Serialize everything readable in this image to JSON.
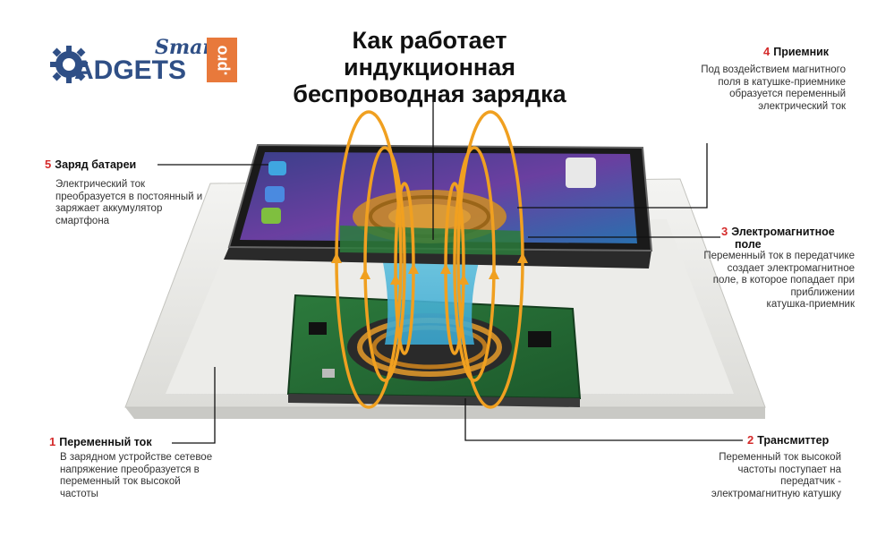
{
  "title": {
    "line1": "Как работает",
    "line2": "индукционная",
    "line3": "беспроводная зарядка"
  },
  "logo": {
    "smart": "Smart",
    "gadgets": "ADGETS",
    "pro": ".pro",
    "gear_icon": "gear-icon"
  },
  "callouts": [
    {
      "num": "4",
      "title": "Приемник",
      "lines": [
        "Под воздействием магнитного",
        "поля в катушке-приемнике",
        "образуется переменный",
        "электрический ток"
      ]
    },
    {
      "num": "5",
      "title": "Заряд батареи",
      "lines": [
        "Электрический ток",
        "преобразуется в постоянный и",
        "заряжает аккумулятор",
        "смартфона"
      ]
    },
    {
      "num": "3",
      "title": "Электромагнитное",
      "title2": "поле",
      "lines": [
        "Переменный ток в передатчике",
        "создает электромагнитное",
        "поле, в которое попадает при",
        "приближении",
        "катушка-приемник"
      ]
    },
    {
      "num": "1",
      "title": "Переменный ток",
      "lines": [
        "В зарядном устройстве сетевое",
        "напряжение преобразуется в",
        "переменный ток высокой",
        "частоты"
      ]
    },
    {
      "num": "2",
      "title": "Трансмиттер",
      "lines": [
        "Переменный ток высокой",
        "частоты поступает на",
        "передатчик -",
        "электромагнитную катушку"
      ]
    }
  ],
  "colors": {
    "accent_number": "#d42a2a",
    "field_lines": "#f0a020",
    "logo_blue": "#2f4f86",
    "logo_orange": "#e8793b"
  }
}
